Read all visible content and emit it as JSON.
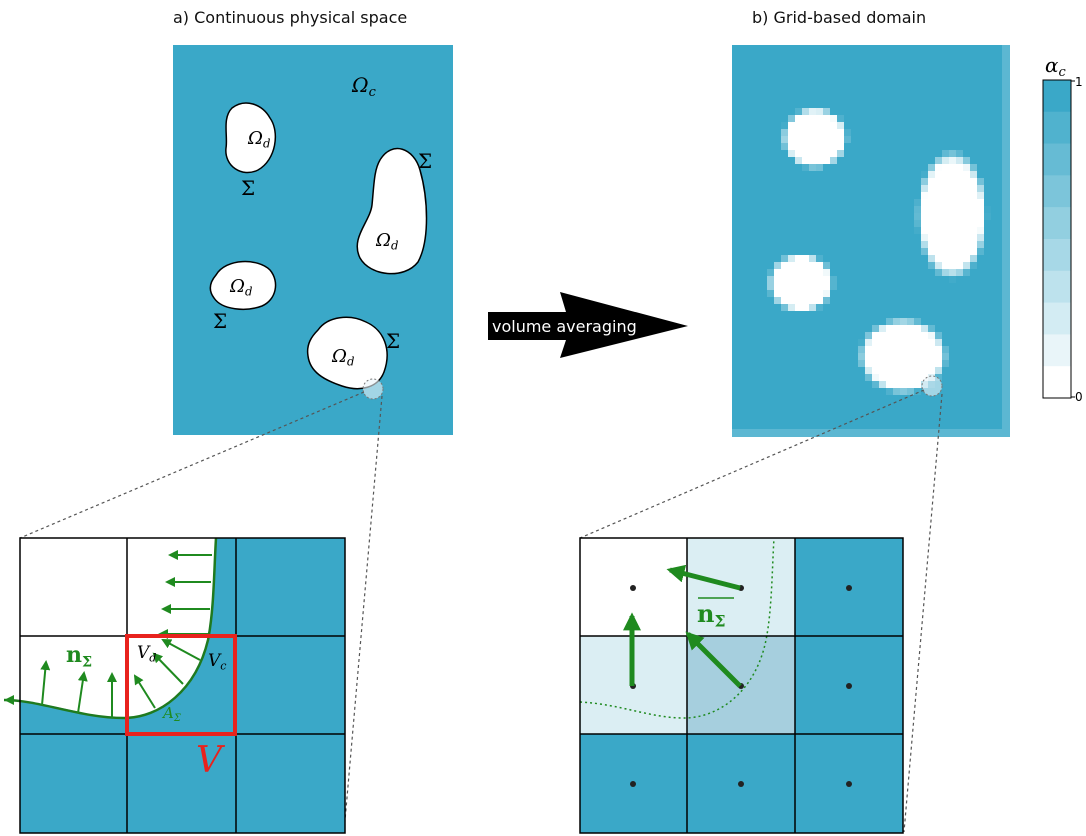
{
  "panel_a": {
    "title": "a) Continuous physical space",
    "omega_c": "Ωc",
    "omega_d": "Ωd",
    "sigma": "Σ"
  },
  "panel_b": {
    "title": "b) Grid-based domain"
  },
  "arrow": {
    "label": "volume averaging"
  },
  "colorbar": {
    "symbol": "αc",
    "max_label": "1",
    "min_label": "0",
    "top_color": "#3aa8c8",
    "bottom_color": "#ffffff"
  },
  "zoom_a": {
    "normal_label": "nΣ",
    "vd": "Vd",
    "vc": "Vc",
    "area": "AΣ",
    "volume": "V"
  },
  "zoom_b": {
    "normal_label": "nΣ"
  },
  "colors": {
    "continuous": "#3aa8c8",
    "dispersed": "#ffffff",
    "normal_arrow": "#1f8a1f",
    "control_volume": "#e8221d",
    "cell_light": "#dbeef3",
    "cell_mid": "#a6cfde"
  }
}
